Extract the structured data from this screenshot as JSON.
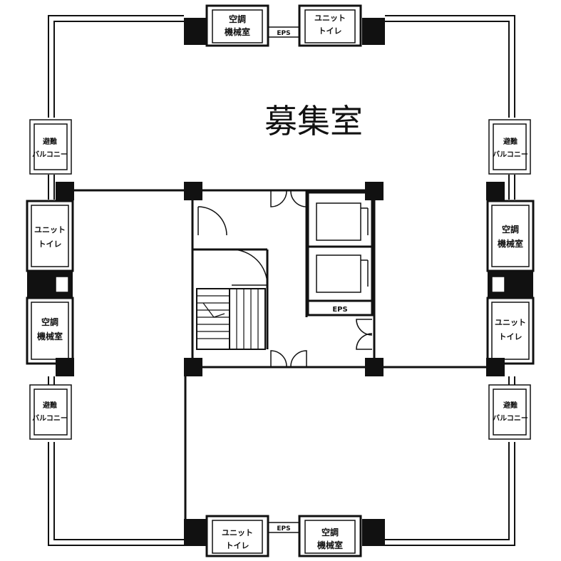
{
  "title": "募集室",
  "rooms": {
    "top_ac": [
      "空調",
      "機械室"
    ],
    "top_toilet": [
      "ユニット",
      "トイレ"
    ],
    "top_eps": "EPS",
    "left_toilet": [
      "ユニット",
      "トイレ"
    ],
    "left_ac": [
      "空調",
      "機械室"
    ],
    "right_ac": [
      "空調",
      "機械室"
    ],
    "right_toilet": [
      "ユニット",
      "トイレ"
    ],
    "bottom_toilet": [
      "ユニット",
      "トイレ"
    ],
    "bottom_ac": [
      "空調",
      "機械室"
    ],
    "bottom_eps": "EPS",
    "core_eps": "EPS",
    "balcony": [
      "避難",
      "バルコニー"
    ]
  }
}
